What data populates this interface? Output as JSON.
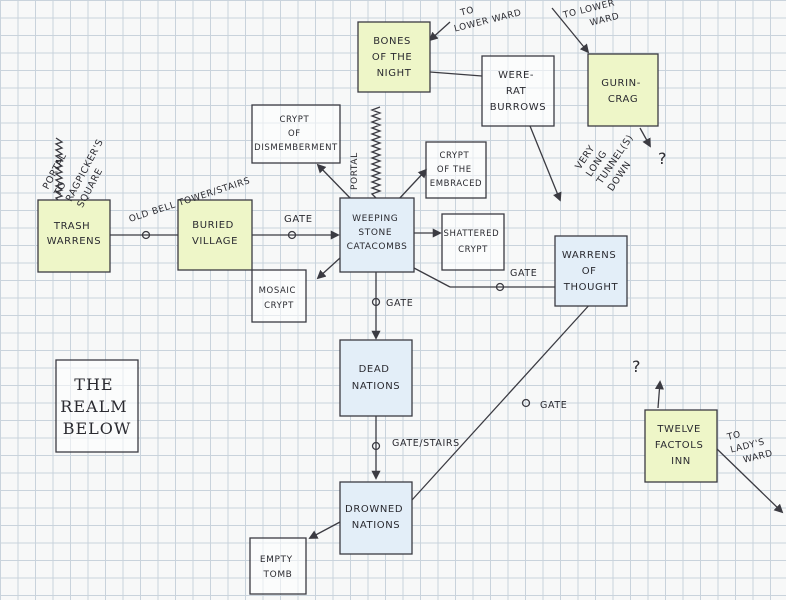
{
  "title": [
    "THE",
    "REALM",
    "BELOW"
  ],
  "rooms": {
    "trash_warrens": [
      "TRASH",
      "WARRENS"
    ],
    "buried_village": [
      "BURIED",
      "VILLAGE"
    ],
    "weeping_stone": [
      "WEEPING",
      "STONE",
      "CATACOMBS"
    ],
    "bones_of_the_night": [
      "BONES",
      "OF THE",
      "NIGHT"
    ],
    "wererat_burrows": [
      "WERE-",
      "RAT",
      "BURROWS"
    ],
    "gurin_crag": [
      "GURIN-",
      "CRAG"
    ],
    "crypt_dismemberment": [
      "CRYPT",
      "OF",
      "DISMEMBERMENT"
    ],
    "crypt_embraced": [
      "CRYPT",
      "OF THE",
      "EMBRACED"
    ],
    "shattered_crypt": [
      "SHATTERED",
      "CRYPT"
    ],
    "mosaic_crypt": [
      "MOSAIC",
      "CRYPT"
    ],
    "warrens_of_thought": [
      "WARRENS",
      "OF",
      "THOUGHT"
    ],
    "dead_nations": [
      "DEAD",
      "NATIONS"
    ],
    "drowned_nations": [
      "DROWNED",
      "NATIONS"
    ],
    "empty_tomb": [
      "EMPTY",
      "TOMB"
    ],
    "twelve_factols_inn": [
      "TWELVE",
      "FACTOLS",
      "INN"
    ]
  },
  "labels": {
    "portal_ragpicker": [
      "PORTAL",
      "TO",
      "RAGPICKER'S",
      "SQUARE"
    ],
    "old_bell_tower": "OLD BELL TOWER/STAIRS",
    "gate_buried": "GATE",
    "portal": "PORTAL",
    "to_lower_ward_1": [
      "TO",
      "LOWER WARD"
    ],
    "to_lower_ward_2": [
      "TO LOWER",
      "WARD"
    ],
    "very_long_tunnel": [
      "VERY",
      "LONG",
      "TUNNEL(S)",
      "DOWN"
    ],
    "question_1": "?",
    "question_2": "?",
    "gate_warrens": "GATE",
    "gate_dead": "GATE",
    "gate_stairs": "GATE/STAIRS",
    "gate_diag": "GATE",
    "to_ladys_ward": [
      "TO",
      "LADY'S",
      "WARD"
    ]
  },
  "colors": {
    "ink": "#3b3b42",
    "green_fill": "#eef6c8",
    "blue_fill": "#e3eef8",
    "grid": "#c9d3dc",
    "paper": "#f7f8f8"
  }
}
